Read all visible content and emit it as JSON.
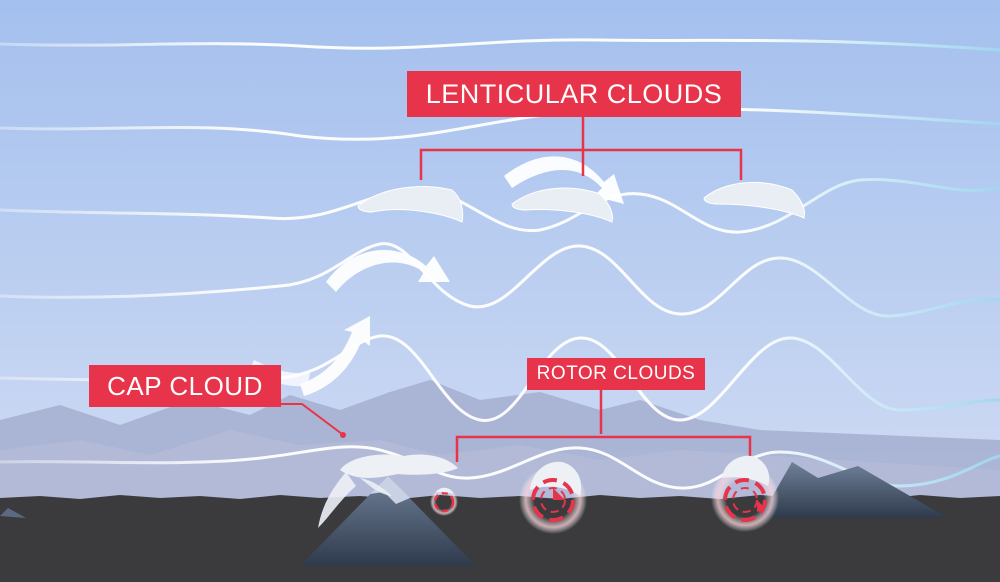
{
  "labels": {
    "lenticular": "LENTICULAR CLOUDS",
    "cap": "CAP CLOUD",
    "rotor": "ROTOR CLOUDS"
  },
  "colors": {
    "label_bg": "#e8344a",
    "pointer": "#e8344a",
    "sky_top": "#a4c0ee",
    "sky_bottom": "#dfeaf3",
    "ground": "#3b3b3d",
    "streamline": "#ffffff",
    "streamline_fade": "#9fd8f0"
  }
}
